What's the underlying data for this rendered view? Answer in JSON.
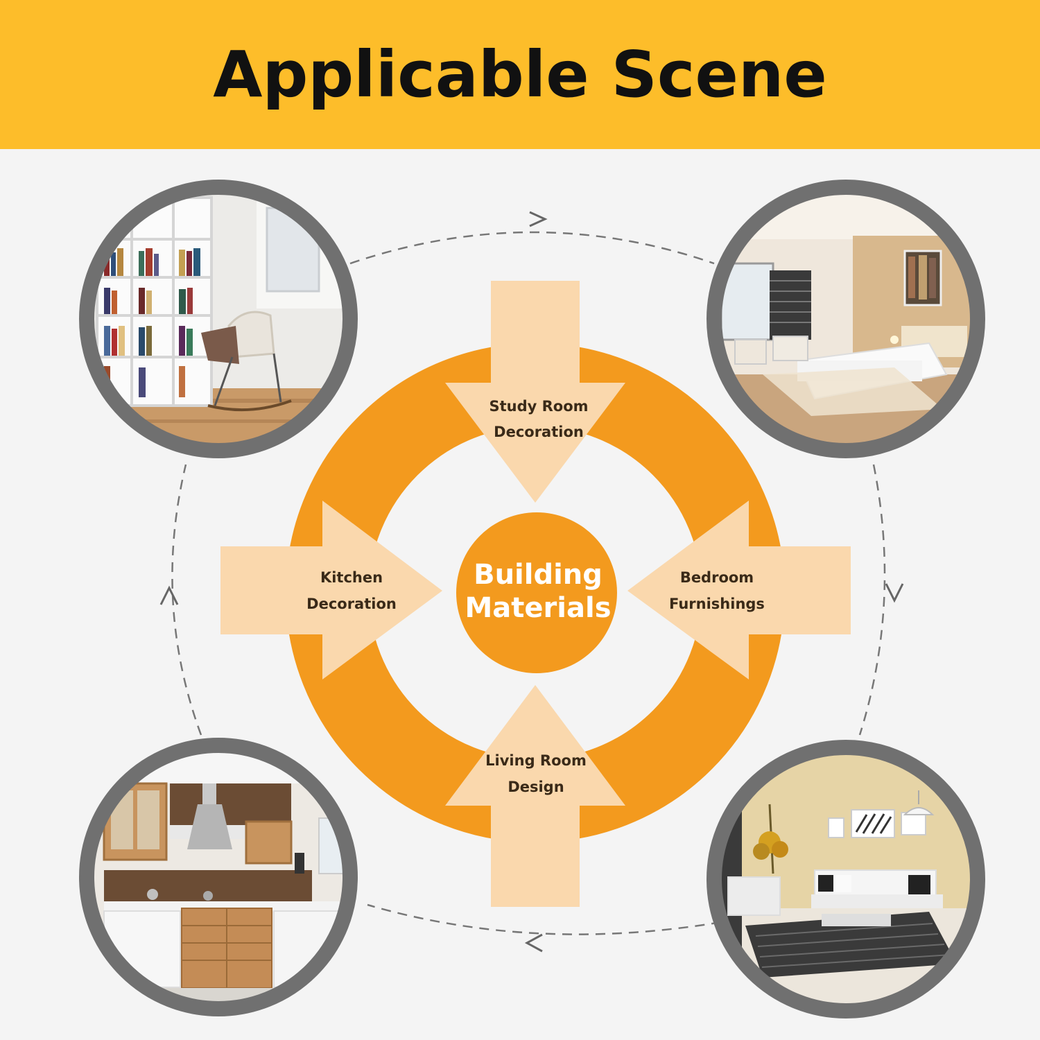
{
  "title": "Applicable Scene",
  "center": {
    "line1": "Building",
    "line2": "Materials"
  },
  "arrows": {
    "top": {
      "line1": "Study Room",
      "line2": "Decoration"
    },
    "right": {
      "line1": "Bedroom",
      "line2": "Furnishings"
    },
    "bottom": {
      "line1": "Living Room",
      "line2": "Design"
    },
    "left": {
      "line1": "Kitchen",
      "line2": "Decoration"
    }
  },
  "photos": [
    {
      "name": "study-room-photo",
      "scene": "bookshelf and rocking chair"
    },
    {
      "name": "bedroom-photo",
      "scene": "bedroom with white bed"
    },
    {
      "name": "living-room-photo",
      "scene": "living room with sofas"
    },
    {
      "name": "kitchen-photo",
      "scene": "wooden kitchen cabinets"
    }
  ],
  "colors": {
    "banner": "#fdbd2a",
    "ring": "#f39a1e",
    "arrow": "#fad8ad",
    "photo_frame": "#707070",
    "background": "#f4f4f4"
  }
}
